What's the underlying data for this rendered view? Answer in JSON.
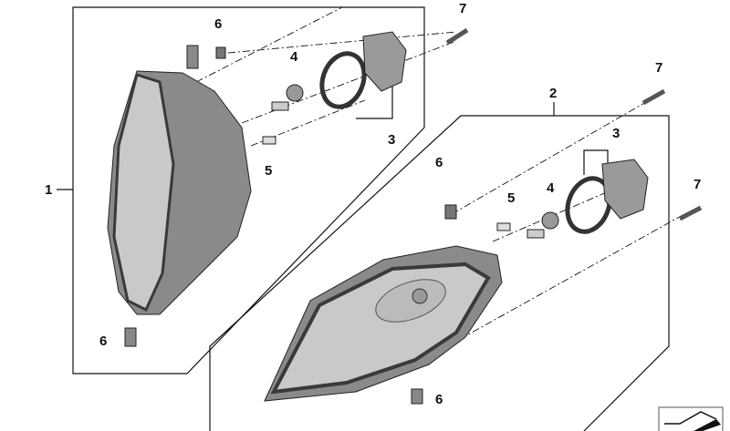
{
  "callouts": [
    {
      "id": "left-7",
      "text": "7"
    },
    {
      "id": "left-6-top",
      "text": "6"
    },
    {
      "id": "left-4",
      "text": "4"
    },
    {
      "id": "left-3",
      "text": "3"
    },
    {
      "id": "left-5",
      "text": "5"
    },
    {
      "id": "left-1",
      "text": "1"
    },
    {
      "id": "left-6-bottom",
      "text": "6"
    },
    {
      "id": "right-2",
      "text": "2"
    },
    {
      "id": "right-7-top",
      "text": "7"
    },
    {
      "id": "right-3",
      "text": "3"
    },
    {
      "id": "right-6-top",
      "text": "6"
    },
    {
      "id": "right-5",
      "text": "5"
    },
    {
      "id": "right-4",
      "text": "4"
    },
    {
      "id": "right-7-side",
      "text": "7"
    },
    {
      "id": "right-6-bottom",
      "text": "6"
    }
  ],
  "colors": {
    "line": "#111111",
    "housing": "#8a8a8a",
    "lens": "#c9c9c9",
    "dark": "#3a3a3a"
  }
}
